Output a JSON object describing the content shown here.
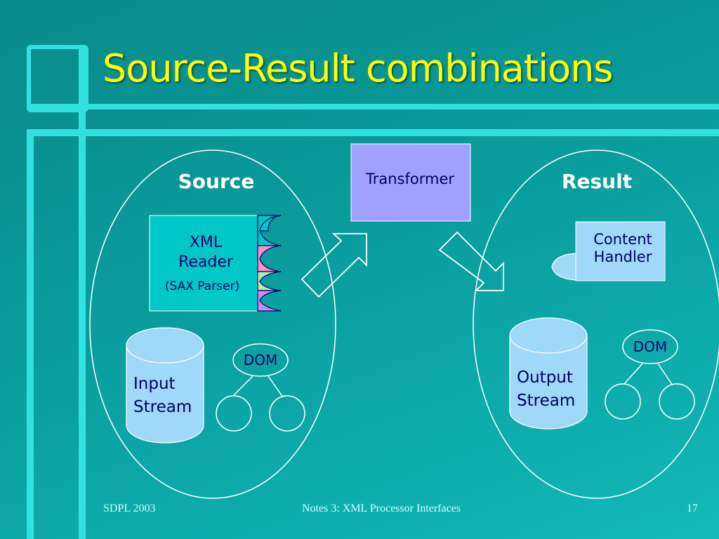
{
  "slide": {
    "title": "Source-Result combinations"
  },
  "diagram": {
    "source_label": "Source",
    "result_label": "Result",
    "transformer_label": "Transformer",
    "xml_reader_line1": "XML",
    "xml_reader_line2": "Reader",
    "sax_parser_label": "(SAX Parser)",
    "input_stream_line1": "Input",
    "input_stream_line2": "Stream",
    "source_dom_label": "DOM",
    "content_handler_line1": "Content",
    "content_handler_line2": "Handler",
    "output_stream_line1": "Output",
    "output_stream_line2": "Stream",
    "result_dom_label": "DOM"
  },
  "footer": {
    "left": "SDPL 2003",
    "center": "Notes 3: XML Processor Interfaces",
    "page_number": "17"
  },
  "colors": {
    "background": "#0a9c9c",
    "title": "#ffff00",
    "frame": "#33e0e0",
    "transformer_fill": "#a0a0ff",
    "box_fill": "#00c8c8",
    "stream_fill": "#a0d8f8"
  }
}
